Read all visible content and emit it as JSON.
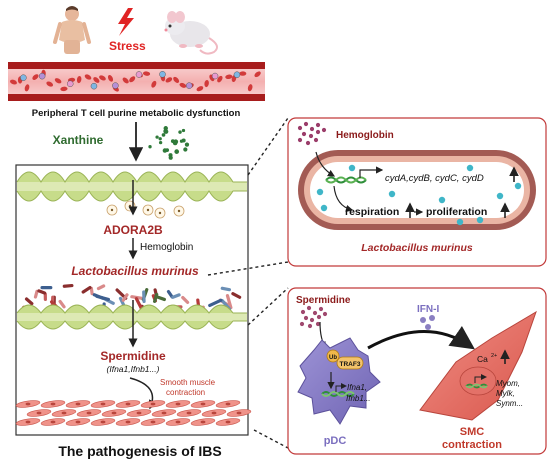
{
  "stress_label": "Stress",
  "vessel_caption": "Peripheral T cell purine metabolic dysfunction",
  "xanthine": "Xanthine",
  "adora2b": "ADORA2B",
  "hemoglobin": "Hemoglobin",
  "l_murinus": "Lactobacillus murinus",
  "spermidine": "Spermidine",
  "ifn_genes": "(Ifna1,Ifnb1...)",
  "smooth_muscle_line1": "Smooth muscle",
  "smooth_muscle_line2": "contraction",
  "pathogenesis": "The pathogenesis of IBS",
  "top_panel": {
    "hemoglobin": "Hemoglobin",
    "genes": "cydA,cydB, cydC, cydD",
    "respiration": "respiration",
    "proliferation": "proliferation",
    "bacterium": "Lactobacillus murinus"
  },
  "bottom_panel": {
    "spermidine": "Spermidine",
    "ifn": "IFN-I",
    "ub": "Ub",
    "traf3": "TRAF3",
    "ifna1": "Ifna1,",
    "ifnb1": "Ifnb1...",
    "pdc": "pDC",
    "ca": "Ca",
    "ca_sup": "2+",
    "myom": "Myom,",
    "mylk": "Mylk,",
    "synm": "Synm...",
    "smc1": "SMC",
    "smc2": "contraction"
  },
  "colors": {
    "dark_red": "#8b1a1a",
    "red_text": "#a32828",
    "green": "#2f6b2f",
    "purple": "#8a7fc2",
    "panel_border": "#c23a3a"
  }
}
